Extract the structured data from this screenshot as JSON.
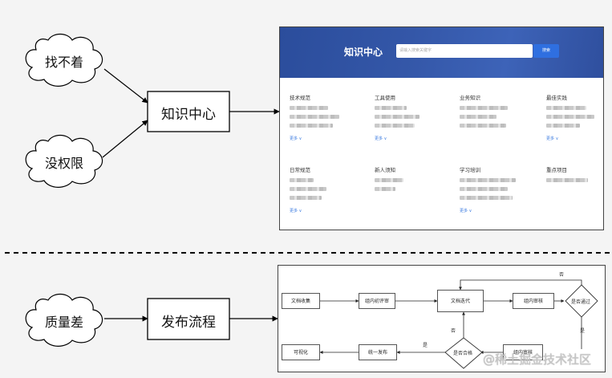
{
  "problems_top": [
    "找不着",
    "没权限"
  ],
  "solution_top": "知识中心",
  "problem_bottom": "质量差",
  "solution_bottom": "发布流程",
  "knowledge_center": {
    "title": "知识中心",
    "search_placeholder": "请输入搜索关键字",
    "search_button": "搜索",
    "more_label": "更多 ∨",
    "categories_row1": [
      "技术规范",
      "工具使用",
      "业务知识",
      "最佳实践"
    ],
    "categories_row2": [
      "日常规范",
      "新人须知",
      "学习培训",
      "重点项目"
    ]
  },
  "publish_flow": {
    "nodes": {
      "collect": "文档收集",
      "first_review": "组内初评审",
      "iterate": "文档迭代",
      "group_review": "组内审核",
      "pass_check": "是否通过",
      "qualified_check": "是否合格",
      "publish": "统一发布",
      "visualize": "可视化",
      "partial": "组内审核"
    },
    "labels": {
      "no_top": "否",
      "yes_right": "是",
      "no_left": "否",
      "yes_bottom": "是"
    }
  },
  "watermark": "@稀土掘金技术社区"
}
